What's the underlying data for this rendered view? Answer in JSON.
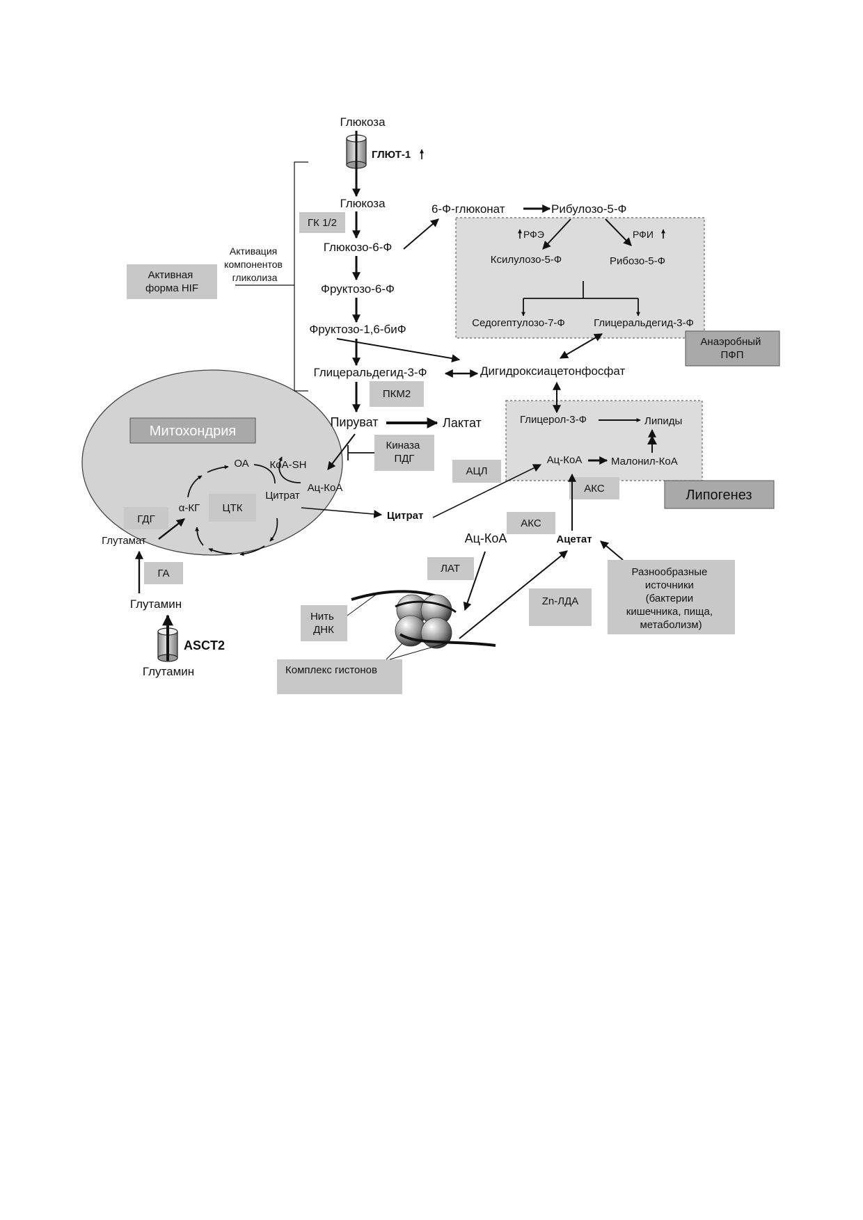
{
  "metabolites": {
    "glucose_out": "Глюкоза",
    "glucose_in": "Глюкоза",
    "g6p": "Глюкозо-6-Ф",
    "f6p": "Фруктозо-6-Ф",
    "f16bp": "Фруктозо-1,6-биФ",
    "g3p": "Глицеральдегид-3-Ф",
    "dhap": "Дигидроксиацетонфосфат",
    "pyruvate": "Пируват",
    "lactate": "Лактат",
    "gluconate_6p": "6-Ф-глюконат",
    "ribulose_5p": "Рибулозо-5-Ф",
    "xylulose_5p": "Ксилулозо-5-Ф",
    "ribose_5p": "Рибозо-5-Ф",
    "sedoheptulose_7p": "Седогептулозо-7-Ф",
    "g3p_ppp": "Глицеральдегид-3-Ф",
    "glycerol_3p": "Глицерол-3-Ф",
    "lipids": "Липиды",
    "acetyl_coa_lipo": "Ац-КоА",
    "malonyl_coa": "Малонил-КоА",
    "citrate_cyto": "Цитрат",
    "acetyl_coa_cyto": "Ац-КоА",
    "acetate": "Ацетат",
    "oa": "ОА",
    "coa_sh": "КоА-SH",
    "citrate_mito": "Цитрат",
    "acetyl_coa_mito": "Ац-КоА",
    "akg": "α-КГ",
    "glutamate": "Глутамат",
    "glutamine_in": "Глутамин",
    "glutamine_out": "Глутамин"
  },
  "transporters": {
    "glut1": "ГЛЮТ-1",
    "asct2": "ASCT2"
  },
  "labels": {
    "rpe": "РФЭ",
    "rpi": "РФИ",
    "activation": [
      "Активация",
      "компонентов",
      "гликолиза"
    ]
  },
  "boxes": {
    "gk": "ГК 1/2",
    "hif": [
      "Активная",
      "форма HIF"
    ],
    "pkm2": "ПКМ2",
    "pdk": [
      "Киназа",
      "ПДГ"
    ],
    "acl": "АЦЛ",
    "tca": "ЦТК",
    "gdh": "ГДГ",
    "ga": "ГА",
    "acs_lipo": "АКС",
    "acs": "АКС",
    "lat": "ЛАТ",
    "zn_lda": "Zn-ЛДА",
    "dna": [
      "Нить",
      "ДНК"
    ],
    "histones": "Комплекс гистонов",
    "sources": [
      "Разнообразные",
      "источники",
      "(бактерии",
      "кишечника, пища,",
      "метаболизм)"
    ],
    "anaerobic_ppp": [
      "Анаэробный",
      "ПФП"
    ]
  },
  "compartments": {
    "mitochondria": "Митохондрия",
    "lipogenesis": "Липогенез"
  },
  "colors": {
    "box_fill": "#c8c8c8",
    "dark_box_fill": "#a9a9a9",
    "mito_fill": "#d3d3d3",
    "panel_fill": "#dcdcdc"
  }
}
